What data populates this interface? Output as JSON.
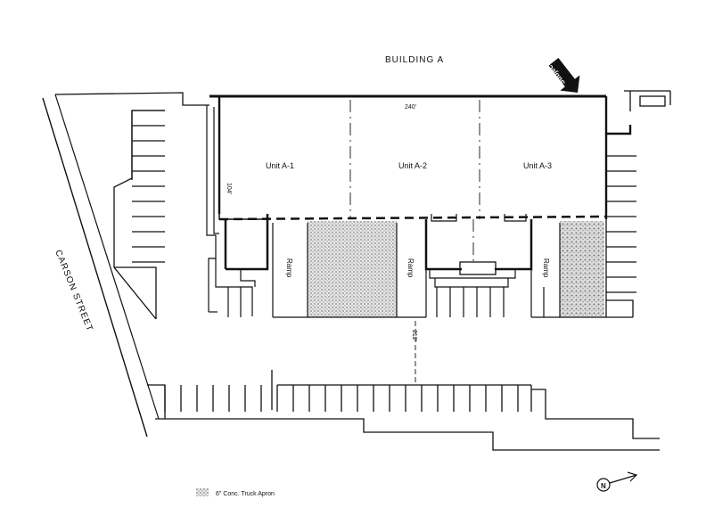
{
  "title": "BUILDING A",
  "subject_label": "Subject",
  "street_label": "CARSON STREET",
  "units": [
    {
      "label": "Unit A-1"
    },
    {
      "label": "Unit A-2"
    },
    {
      "label": "Unit A-3"
    }
  ],
  "ramp_label": "Ramp",
  "dimensions": {
    "building_length": "240'",
    "building_depth": "104'",
    "lot_depth": "212'"
  },
  "legend": {
    "apron_label": "6\" Conc. Truck Apron"
  },
  "north_label": "N",
  "colors": {
    "ink": "#111111",
    "paper": "#ffffff",
    "stipple": "#9a9a9a"
  }
}
